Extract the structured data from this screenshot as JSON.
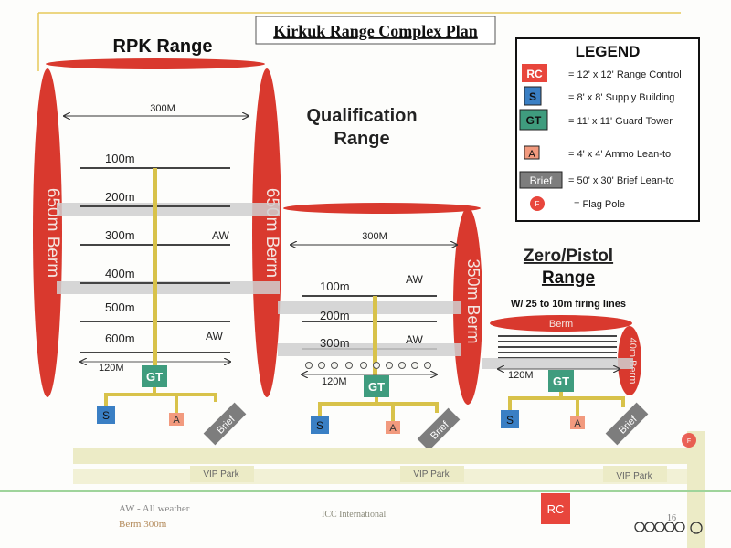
{
  "title": "Kirkuk Range Complex Plan",
  "legend": {
    "heading": "LEGEND",
    "items": [
      {
        "key": "RC",
        "text": "= 12' x 12' Range Control",
        "color": "#e8463c"
      },
      {
        "key": "S",
        "text": "= 8' x 8' Supply Building",
        "color": "#3a7fc4"
      },
      {
        "key": "GT",
        "text": "= 11' x 11' Guard Tower",
        "color": "#3f9c7e"
      },
      {
        "key": "A",
        "text": "= 4' x 4' Ammo Lean-to",
        "color": "#f29a7e"
      },
      {
        "key": "Brief",
        "text": "= 50' x 30' Brief Lean-to",
        "color": "#7d7d7d"
      },
      {
        "key": "F",
        "text": "= Flag Pole",
        "color": "#e8463c"
      }
    ]
  },
  "rpk": {
    "title": "RPK Range",
    "width_label": "300M",
    "berm_label": "650m Berm",
    "lines": [
      "100m",
      "200m",
      "300m",
      "400m",
      "500m",
      "600m"
    ],
    "aw_labels": [
      "AW",
      "AW"
    ],
    "firing_label": "120M",
    "gt": "GT",
    "s": "S",
    "a": "A",
    "brief": "Brief"
  },
  "qual": {
    "title_1": "Qualification",
    "title_2": "Range",
    "width_label": "300M",
    "berm_label": "350m Berm",
    "lines": [
      "100m",
      "200m",
      "300m"
    ],
    "aw_labels": [
      "AW",
      "AW"
    ],
    "firing_label": "120M",
    "gt": "GT",
    "s": "S",
    "a": "A",
    "brief": "Brief"
  },
  "zero": {
    "title_1": "Zero/Pistol",
    "title_2": "Range",
    "subtitle": "W/ 25 to 10m firing lines",
    "berm_label": "Berm",
    "side_berm_label": "40m Berm",
    "firing_label": "120M",
    "gt": "GT",
    "s": "S",
    "a": "A",
    "brief": "Brief"
  },
  "vip_park": [
    "VIP Park",
    "VIP Park",
    "VIP Park"
  ],
  "flag": "F",
  "rc": "RC",
  "footer": {
    "aw_note": "AW -  All weather",
    "berm_note": "Berm    300m",
    "company": "ICC International",
    "page": "16"
  },
  "colors": {
    "berm": "#d9392e",
    "tower": "#3f9c7e",
    "supply": "#3a7fc4",
    "ammo": "#f29a7e",
    "brief": "#7d7d7d",
    "pole": "#d8c24a",
    "road": "#ecebc6",
    "cross_road": "#cfcfcf"
  }
}
